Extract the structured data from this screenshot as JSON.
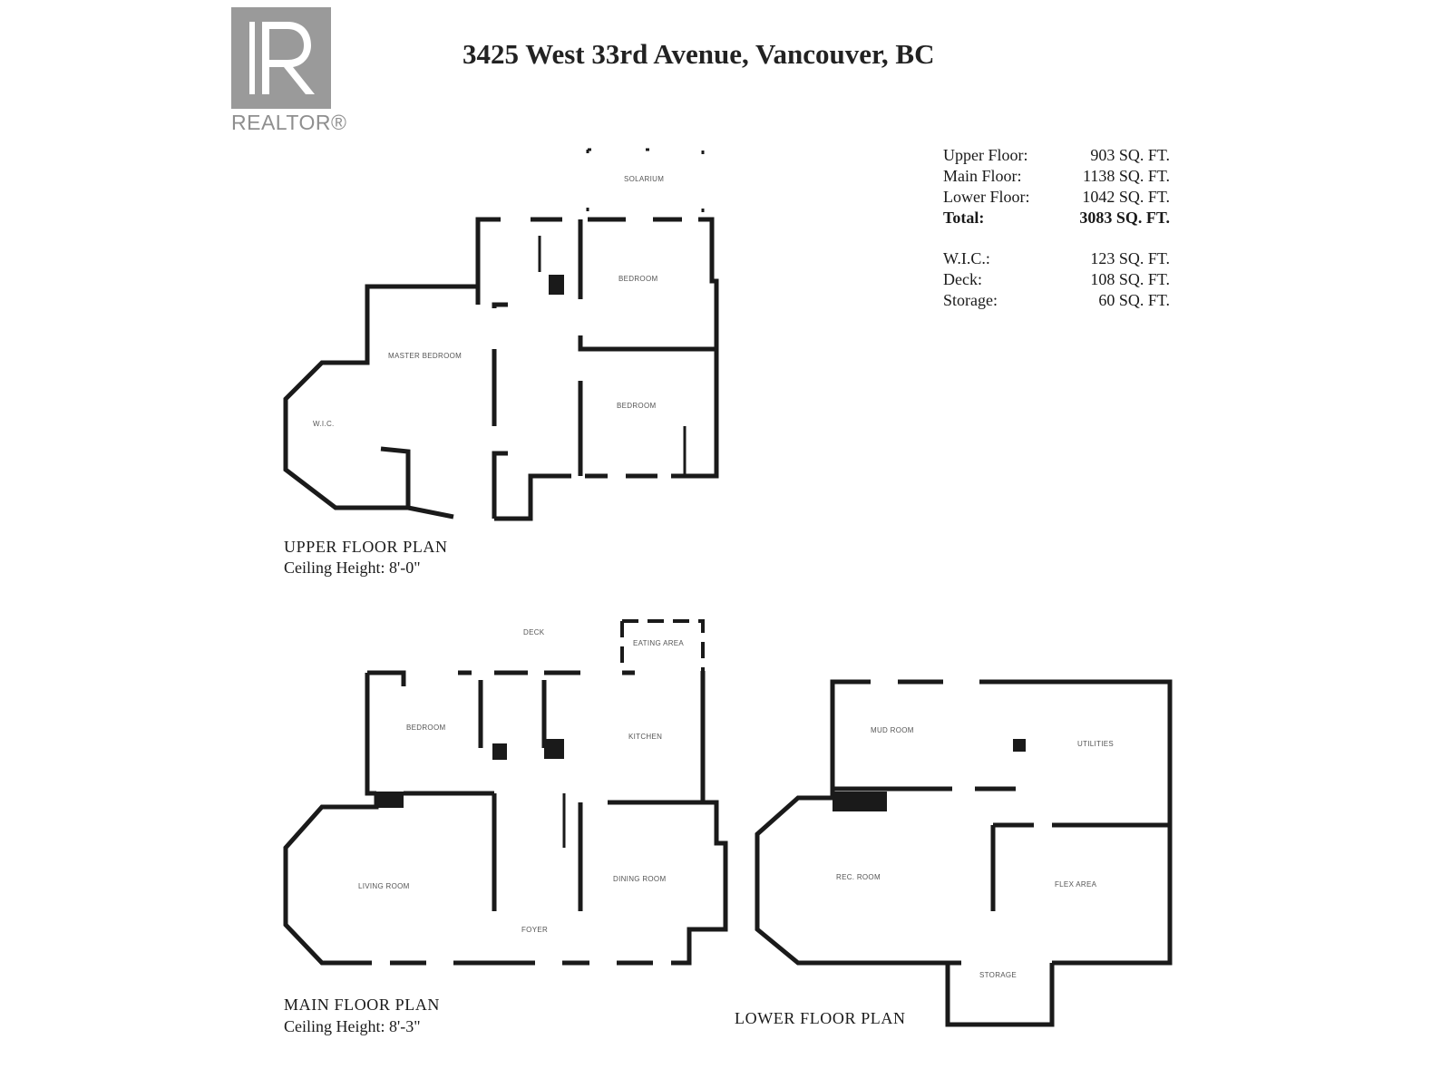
{
  "logo": {
    "wordmark": "REALTOR®"
  },
  "title": "3425 West 33rd Avenue, Vancouver, BC",
  "areas": [
    {
      "label": "Upper Floor:",
      "value": "903 SQ. FT.",
      "bold": false
    },
    {
      "label": "Main Floor:",
      "value": "1138 SQ. FT.",
      "bold": false
    },
    {
      "label": "Lower Floor:",
      "value": "1042 SQ. FT.",
      "bold": false
    },
    {
      "label": "Total:",
      "value": "3083 SQ. FT.",
      "bold": true
    }
  ],
  "extras": [
    {
      "label": "W.I.C.:",
      "value": "123 SQ. FT."
    },
    {
      "label": "Deck:",
      "value": "108 SQ. FT."
    },
    {
      "label": "Storage:",
      "value": "60 SQ. FT."
    }
  ],
  "upper": {
    "label": "UPPER FLOOR PLAN",
    "ceiling": "Ceiling Height: 8'-0\"",
    "rooms": {
      "solarium": "SOLARIUM",
      "bedroom_top": "BEDROOM",
      "master": "MASTER BEDROOM",
      "bedroom_right": "BEDROOM",
      "wic": "W.I.C."
    }
  },
  "main": {
    "label": "MAIN FLOOR PLAN",
    "ceiling": "Ceiling Height: 8'-3\"",
    "rooms": {
      "deck": "DECK",
      "eating": "EATING AREA",
      "bedroom": "BEDROOM",
      "kitchen": "KITCHEN",
      "living": "LIVING ROOM",
      "dining": "DINING ROOM",
      "foyer": "FOYER"
    }
  },
  "lower": {
    "label": "LOWER FLOOR PLAN",
    "rooms": {
      "mud": "MUD ROOM",
      "utilities": "UTILITIES",
      "rec": "REC. ROOM",
      "flex": "FLEX AREA",
      "storage": "STORAGE"
    }
  },
  "colors": {
    "wall": "#1a1a1a",
    "logo": "#9a9a9a"
  }
}
